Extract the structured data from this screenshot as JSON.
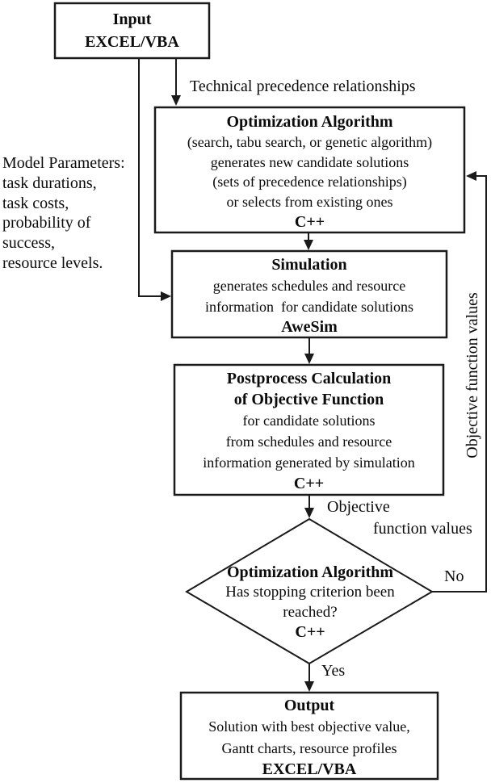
{
  "nodes": {
    "input": {
      "line1": "Input",
      "line2": "EXCEL/VBA"
    },
    "optimization": {
      "title": "Optimization Algorithm",
      "body": [
        "(search, tabu search, or genetic algorithm)",
        "generates new candidate solutions",
        "(sets of precedence relationships)",
        "or selects from existing ones"
      ],
      "tool": "C++"
    },
    "simulation": {
      "title": "Simulation",
      "body": [
        "generates schedules and resource",
        "information  for candidate solutions"
      ],
      "tool": "AweSim"
    },
    "postprocess": {
      "title1": "Postprocess Calculation",
      "title2": "of Objective Function",
      "body": [
        "for candidate solutions",
        "from schedules and resource",
        "information generated by simulation"
      ],
      "tool": "C++"
    },
    "decision": {
      "title": "Optimization Algorithm",
      "body": [
        "Has stopping criterion been",
        "reached?"
      ],
      "tool": "C++"
    },
    "output": {
      "title": "Output",
      "body": [
        "Solution with best objective value,",
        "Gantt charts, resource profiles"
      ],
      "tool": "EXCEL/VBA"
    }
  },
  "labels": {
    "technical_precedence": "Technical precedence relationships",
    "model_parameters": [
      "Model Parameters:",
      "task durations,",
      "task costs,",
      "probability of",
      "success,",
      "resource levels."
    ],
    "objective_label_line1": "Objective",
    "objective_label_line2": "function values",
    "feedback_label": "Objective function values",
    "no": "No",
    "yes": "Yes"
  },
  "colors": {
    "stroke": "#1a1a1a",
    "text": "#0b0b0b",
    "background": "#ffffff"
  }
}
